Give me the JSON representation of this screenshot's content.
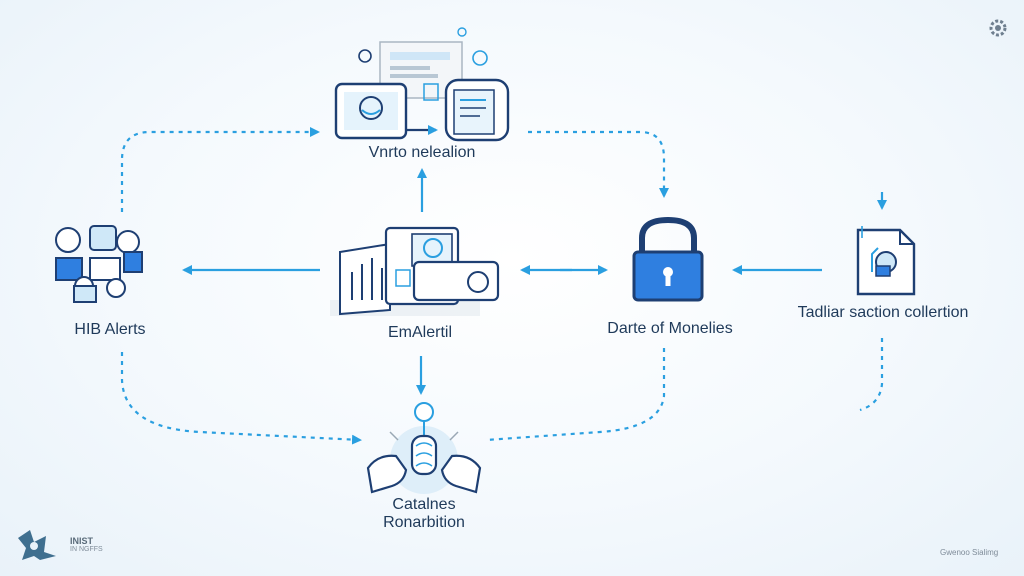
{
  "nodes": {
    "top": {
      "label": "Vnrto nelealion"
    },
    "left": {
      "label": "HIB Alerts"
    },
    "center": {
      "label": "EmAlertil"
    },
    "lock": {
      "label": "Darte of Monelies"
    },
    "right": {
      "label": "Tadliar saction collertion"
    },
    "bottom": {
      "label_line1": "Catalnes",
      "label_line2": "Ronarbition"
    }
  },
  "footer": {
    "logo_line1": "INIST",
    "logo_line2": "IN NGFFS",
    "credit": "Gwenoo Sialimg"
  },
  "colors": {
    "accent": "#2a9fe0",
    "navy": "#1e3f73",
    "lock_fill": "#2f7fe0"
  }
}
